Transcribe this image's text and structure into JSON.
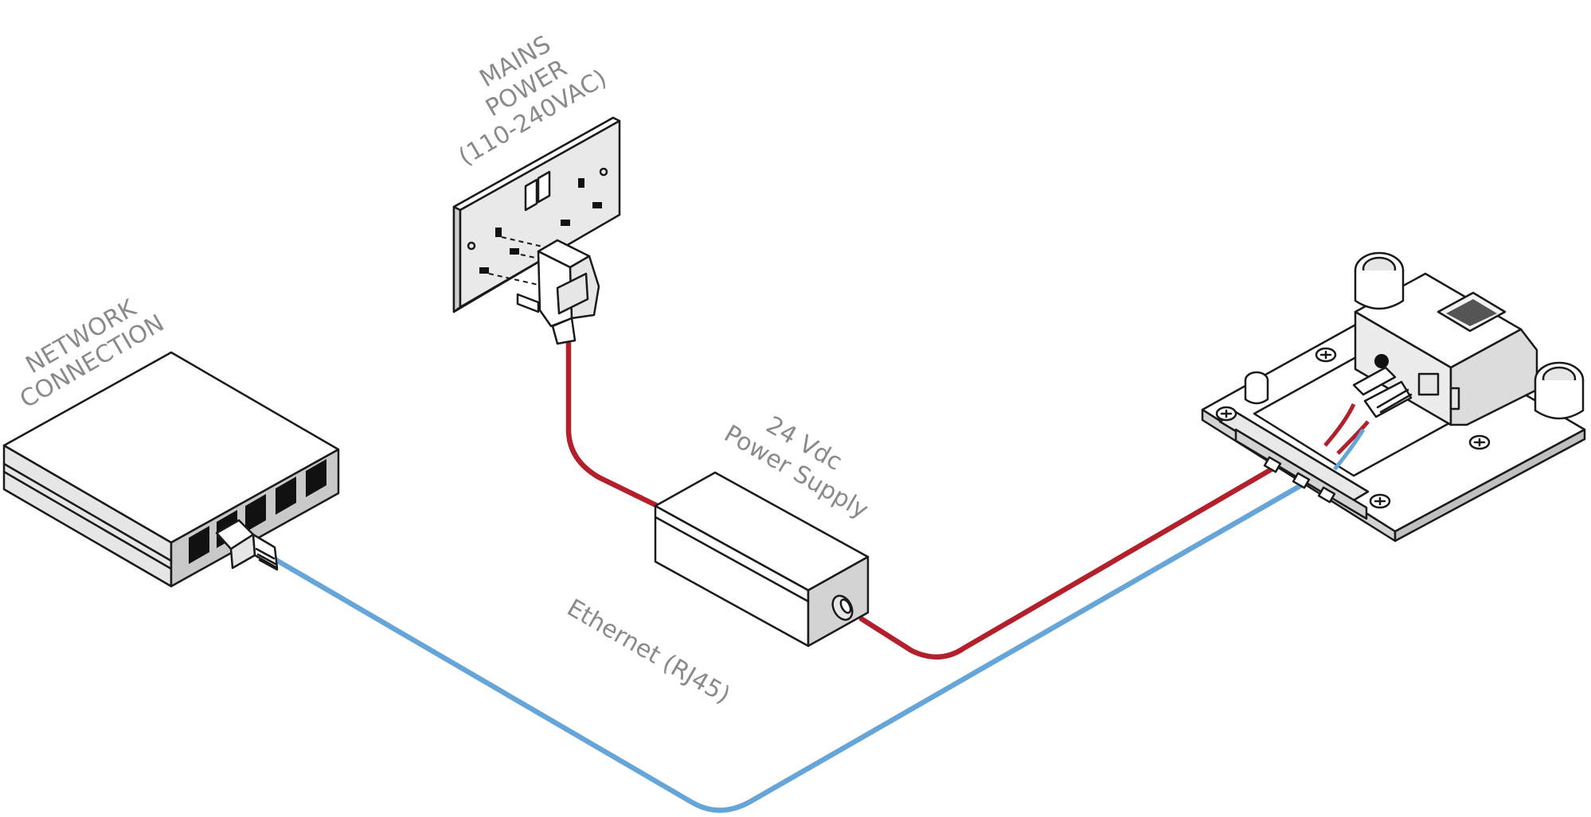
{
  "labels": {
    "network": [
      "NETWORK",
      "CONNECTION"
    ],
    "mains": [
      "MAINS",
      "POWER",
      "(110-240VAC)"
    ],
    "psu": [
      "24 Vdc",
      "Power Supply"
    ],
    "ethernet": "Ethernet (RJ45)"
  },
  "colors": {
    "power_cable": "#b3202b",
    "ethernet_cable": "#66a5d8",
    "outline": "#1a1a1a",
    "label": "#8a8a8a",
    "face_light": "#ffffff",
    "face_mid": "#e6e6e6",
    "face_dark": "#c9c9c9"
  },
  "icons": [
    "network-switch-icon",
    "wall-socket-icon",
    "mains-plug-icon",
    "power-supply-icon",
    "device-bracket-icon",
    "rj45-plug-icon"
  ]
}
